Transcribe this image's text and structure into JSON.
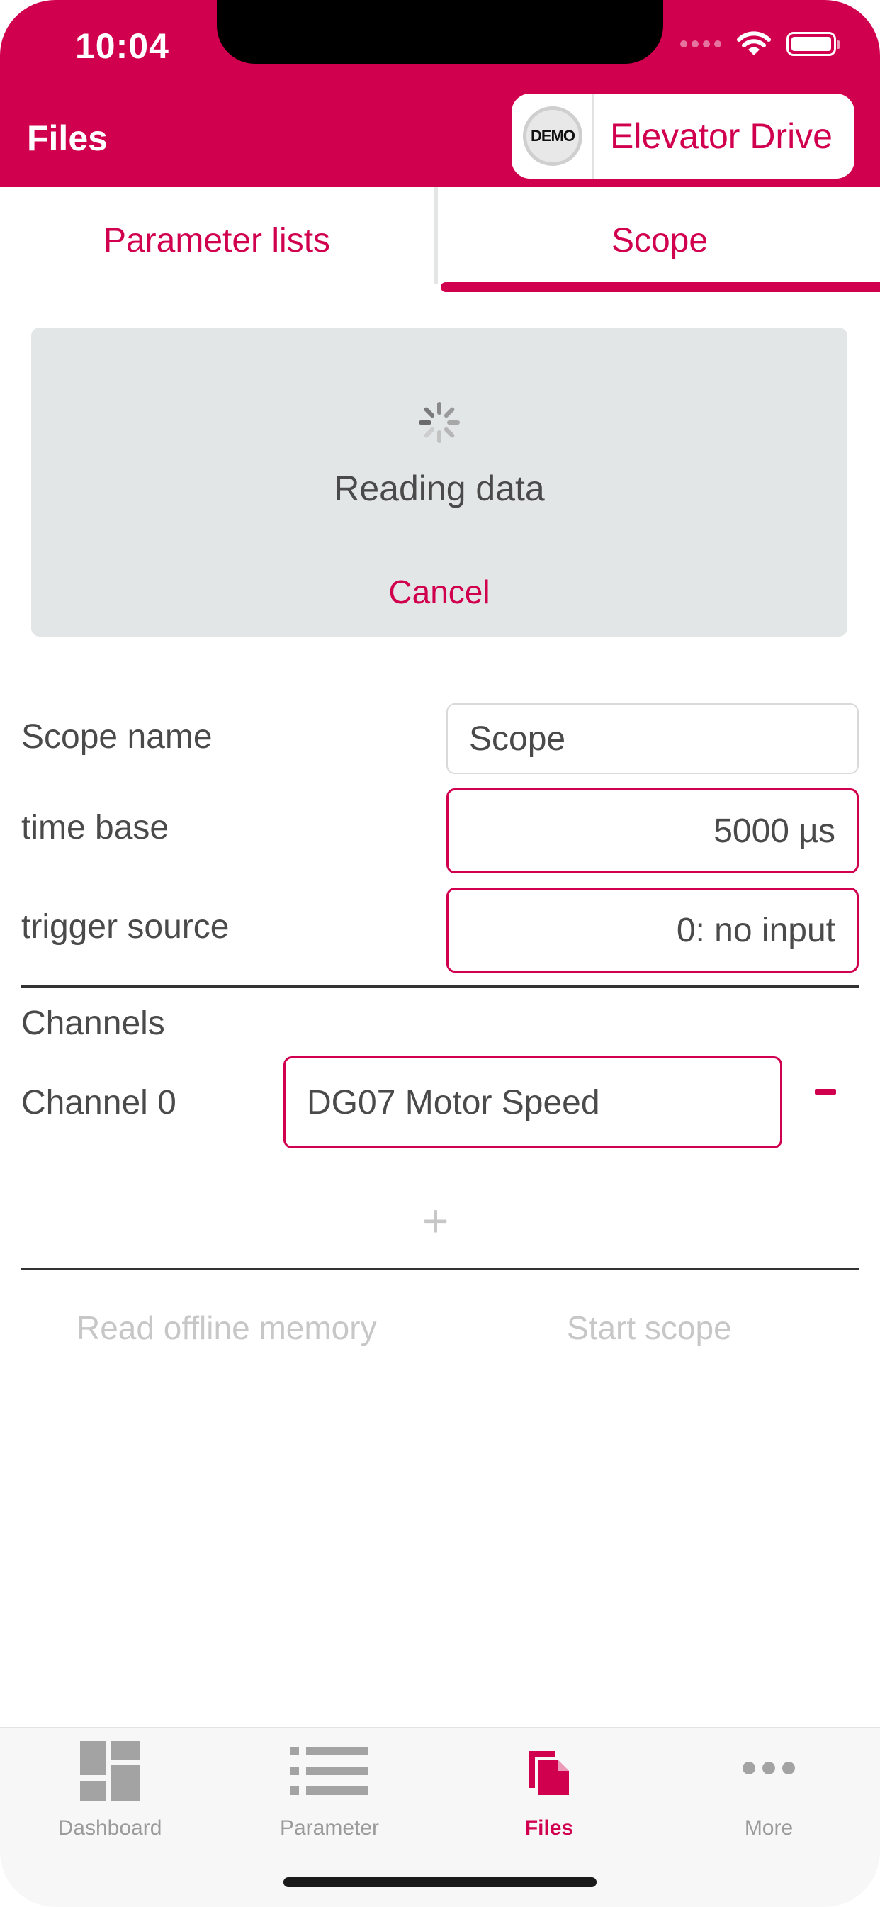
{
  "status": {
    "time": "10:04"
  },
  "header": {
    "title": "Files",
    "device_badge": "DEMO",
    "device_name": "Elevator Drive"
  },
  "tabs": [
    {
      "label": "Parameter lists",
      "active": false
    },
    {
      "label": "Scope",
      "active": true
    }
  ],
  "loading": {
    "message": "Reading data",
    "cancel_label": "Cancel"
  },
  "form": {
    "scope_name": {
      "label": "Scope name",
      "value": "Scope"
    },
    "time_base": {
      "label": "time base",
      "value": "5000 µs"
    },
    "trigger_source": {
      "label": "trigger source",
      "value": "0: no input"
    }
  },
  "channels": {
    "title": "Channels",
    "items": [
      {
        "label": "Channel 0",
        "value": "DG07 Motor Speed"
      }
    ],
    "add_label": "+"
  },
  "actions": {
    "read_offline": "Read offline memory",
    "start_scope": "Start scope"
  },
  "tabbar": [
    {
      "label": "Dashboard",
      "icon": "dashboard-icon",
      "active": false
    },
    {
      "label": "Parameter",
      "icon": "list-icon",
      "active": false
    },
    {
      "label": "Files",
      "icon": "files-icon",
      "active": true
    },
    {
      "label": "More",
      "icon": "more-icon",
      "active": false
    }
  ],
  "colors": {
    "brand": "#D1004F",
    "card": "#E3E6E6",
    "text": "#4A4A4A"
  }
}
